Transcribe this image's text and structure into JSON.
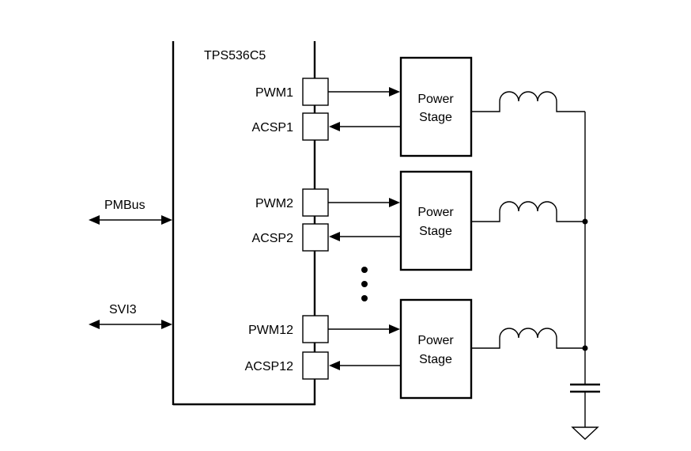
{
  "chip": {
    "name": "TPS536C5"
  },
  "interfaces": [
    {
      "label": "PMBus"
    },
    {
      "label": "SVI3"
    }
  ],
  "phases": [
    {
      "pwm": "PWM1",
      "acsp": "ACSP1",
      "stage_line1": "Power",
      "stage_line2": "Stage"
    },
    {
      "pwm": "PWM2",
      "acsp": "ACSP2",
      "stage_line1": "Power",
      "stage_line2": "Stage"
    },
    {
      "pwm": "PWM12",
      "acsp": "ACSP12",
      "stage_line1": "Power",
      "stage_line2": "Stage"
    }
  ],
  "colors": {
    "line": "#000000",
    "background": "#ffffff"
  }
}
